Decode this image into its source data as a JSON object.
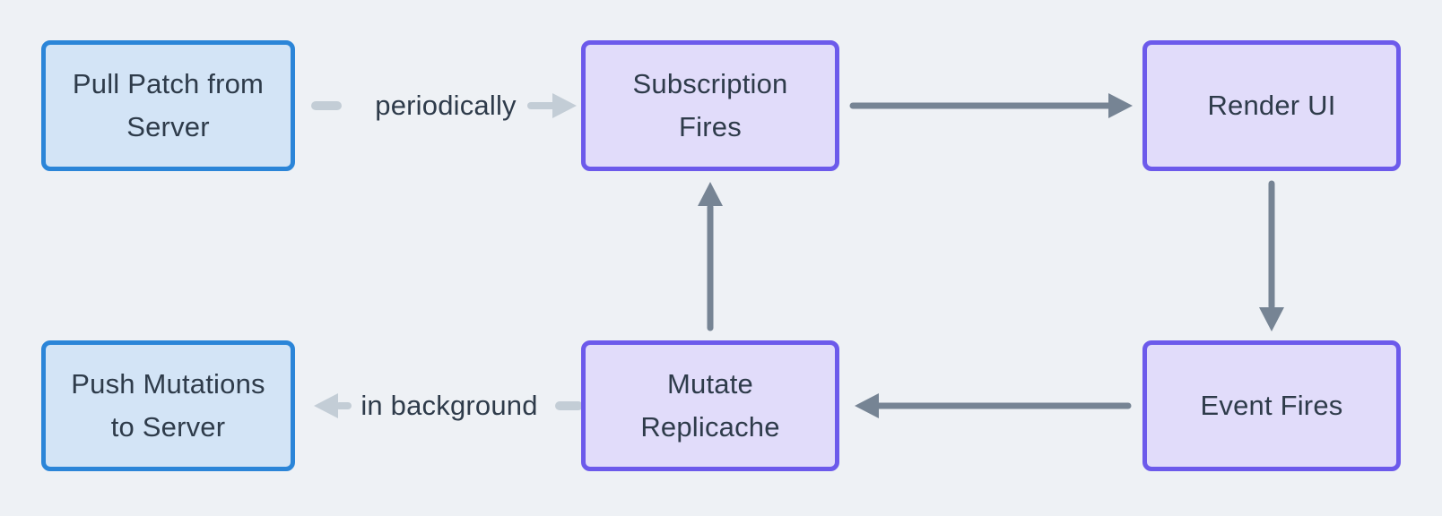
{
  "colors": {
    "background": "#eef1f5",
    "blue_node_fill": "#d3e4f6",
    "blue_node_border": "#2b85d8",
    "purple_node_fill": "#e1dcfa",
    "purple_node_border": "#6c5aeb",
    "arrow_dark": "#768494",
    "arrow_light": "#c3cdd6",
    "text": "#2e3b4a"
  },
  "nodes": [
    {
      "id": "pull-patch-from-server",
      "type": "blue",
      "line1": "Pull Patch from",
      "line2": "Server"
    },
    {
      "id": "subscription-fires",
      "type": "purple",
      "line1": "Subscription",
      "line2": "Fires"
    },
    {
      "id": "render-ui",
      "type": "purple",
      "line1": "Render UI"
    },
    {
      "id": "event-fires",
      "type": "purple",
      "line1": "Event Fires"
    },
    {
      "id": "mutate-replicache",
      "type": "purple",
      "line1": "Mutate",
      "line2": "Replicache"
    },
    {
      "id": "push-mutations-to-server",
      "type": "blue",
      "line1": "Push Mutations",
      "line2": "to Server"
    }
  ],
  "edges": [
    {
      "from": "pull-patch-from-server",
      "to": "subscription-fires",
      "label": "periodically",
      "style": "light"
    },
    {
      "from": "subscription-fires",
      "to": "render-ui",
      "style": "dark"
    },
    {
      "from": "render-ui",
      "to": "event-fires",
      "style": "dark"
    },
    {
      "from": "event-fires",
      "to": "mutate-replicache",
      "style": "dark"
    },
    {
      "from": "mutate-replicache",
      "to": "subscription-fires",
      "style": "dark"
    },
    {
      "from": "mutate-replicache",
      "to": "push-mutations-to-server",
      "label": "in background",
      "style": "light"
    }
  ]
}
